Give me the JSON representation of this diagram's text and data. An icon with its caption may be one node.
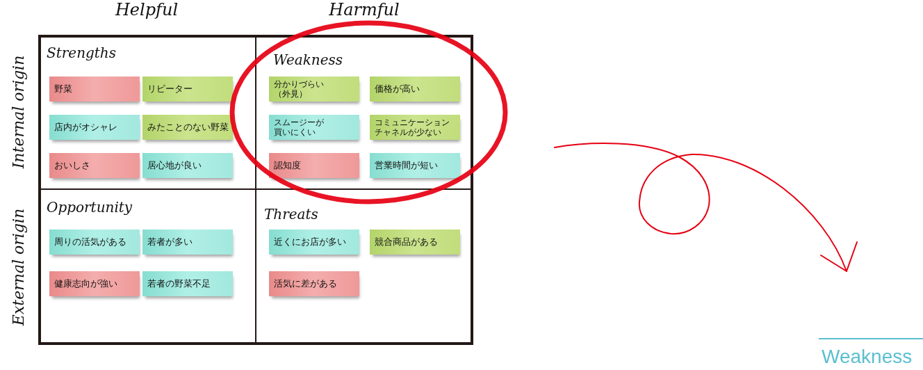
{
  "diagram": {
    "nodes": [
      {
        "text": [
          "Strengths"
        ]
      },
      {
        "text": [
          "野菜"
        ],
        "in": 0
      },
      {
        "text": [
          "リピーター"
        ],
        "in": 0
      },
      {
        "text": [
          "店内がオシャレ"
        ],
        "in": 0
      },
      {
        "text": [
          "みたことのない野菜"
        ],
        "in": 0
      },
      {
        "text": [
          "おいしさ"
        ],
        "in": 0
      },
      {
        "text": [
          "居心地が良い"
        ],
        "in": 0
      },
      {
        "text": [
          "Weakness"
        ]
      },
      {
        "text": [
          "分かりづらい（外見）"
        ],
        "in": 7
      },
      {
        "text": [
          "価格が高い"
        ],
        "in": 7
      },
      {
        "text": [
          "スムージーが買いにくい"
        ],
        "in": 7
      },
      {
        "text": [
          "コミュニケーションチャネルが少ない"
        ],
        "in": 7
      },
      {
        "text": [
          "認知度"
        ],
        "in": 7
      },
      {
        "text": [
          "営業時間が短い"
        ],
        "in": 7
      },
      {
        "text": [
          "Opportunity"
        ]
      },
      {
        "text": [
          "周りの活気がある"
        ],
        "in": 14
      },
      {
        "text": [
          "若者が多い"
        ],
        "in": 14
      },
      {
        "text": [
          "健康志向が強い"
        ],
        "in": 14
      },
      {
        "text": [
          "若者の野菜不足"
        ],
        "in": 14
      },
      {
        "text": [
          "Threats"
        ]
      },
      {
        "text": [
          "近くにお店が多い"
        ],
        "in": 19
      },
      {
        "text": [
          "競合商品がある"
        ],
        "in": 19
      },
      {
        "text": [
          "活気に差がある"
        ],
        "in": 19
      }
    ],
    "labels": [
      "Helpful",
      "Harmful",
      "Internal origin",
      "External origin",
      "Weakness"
    ]
  }
}
